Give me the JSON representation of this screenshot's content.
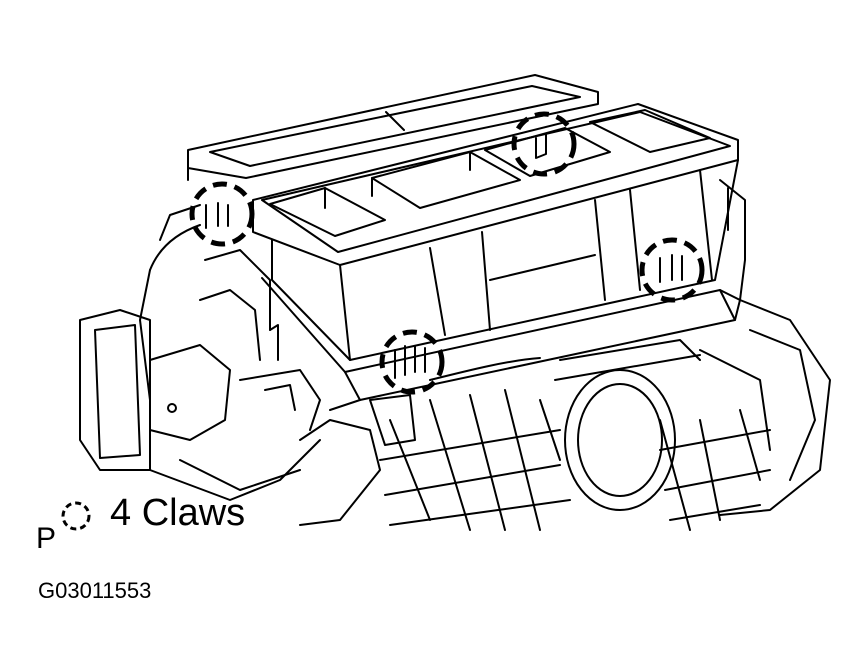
{
  "legend": {
    "prefix": "P",
    "symbol": "dashed-circle",
    "text": "4 Claws"
  },
  "figure_code": "G03011553",
  "claws_count": 4,
  "colors": {
    "ink": "#000000",
    "paper": "#ffffff"
  }
}
